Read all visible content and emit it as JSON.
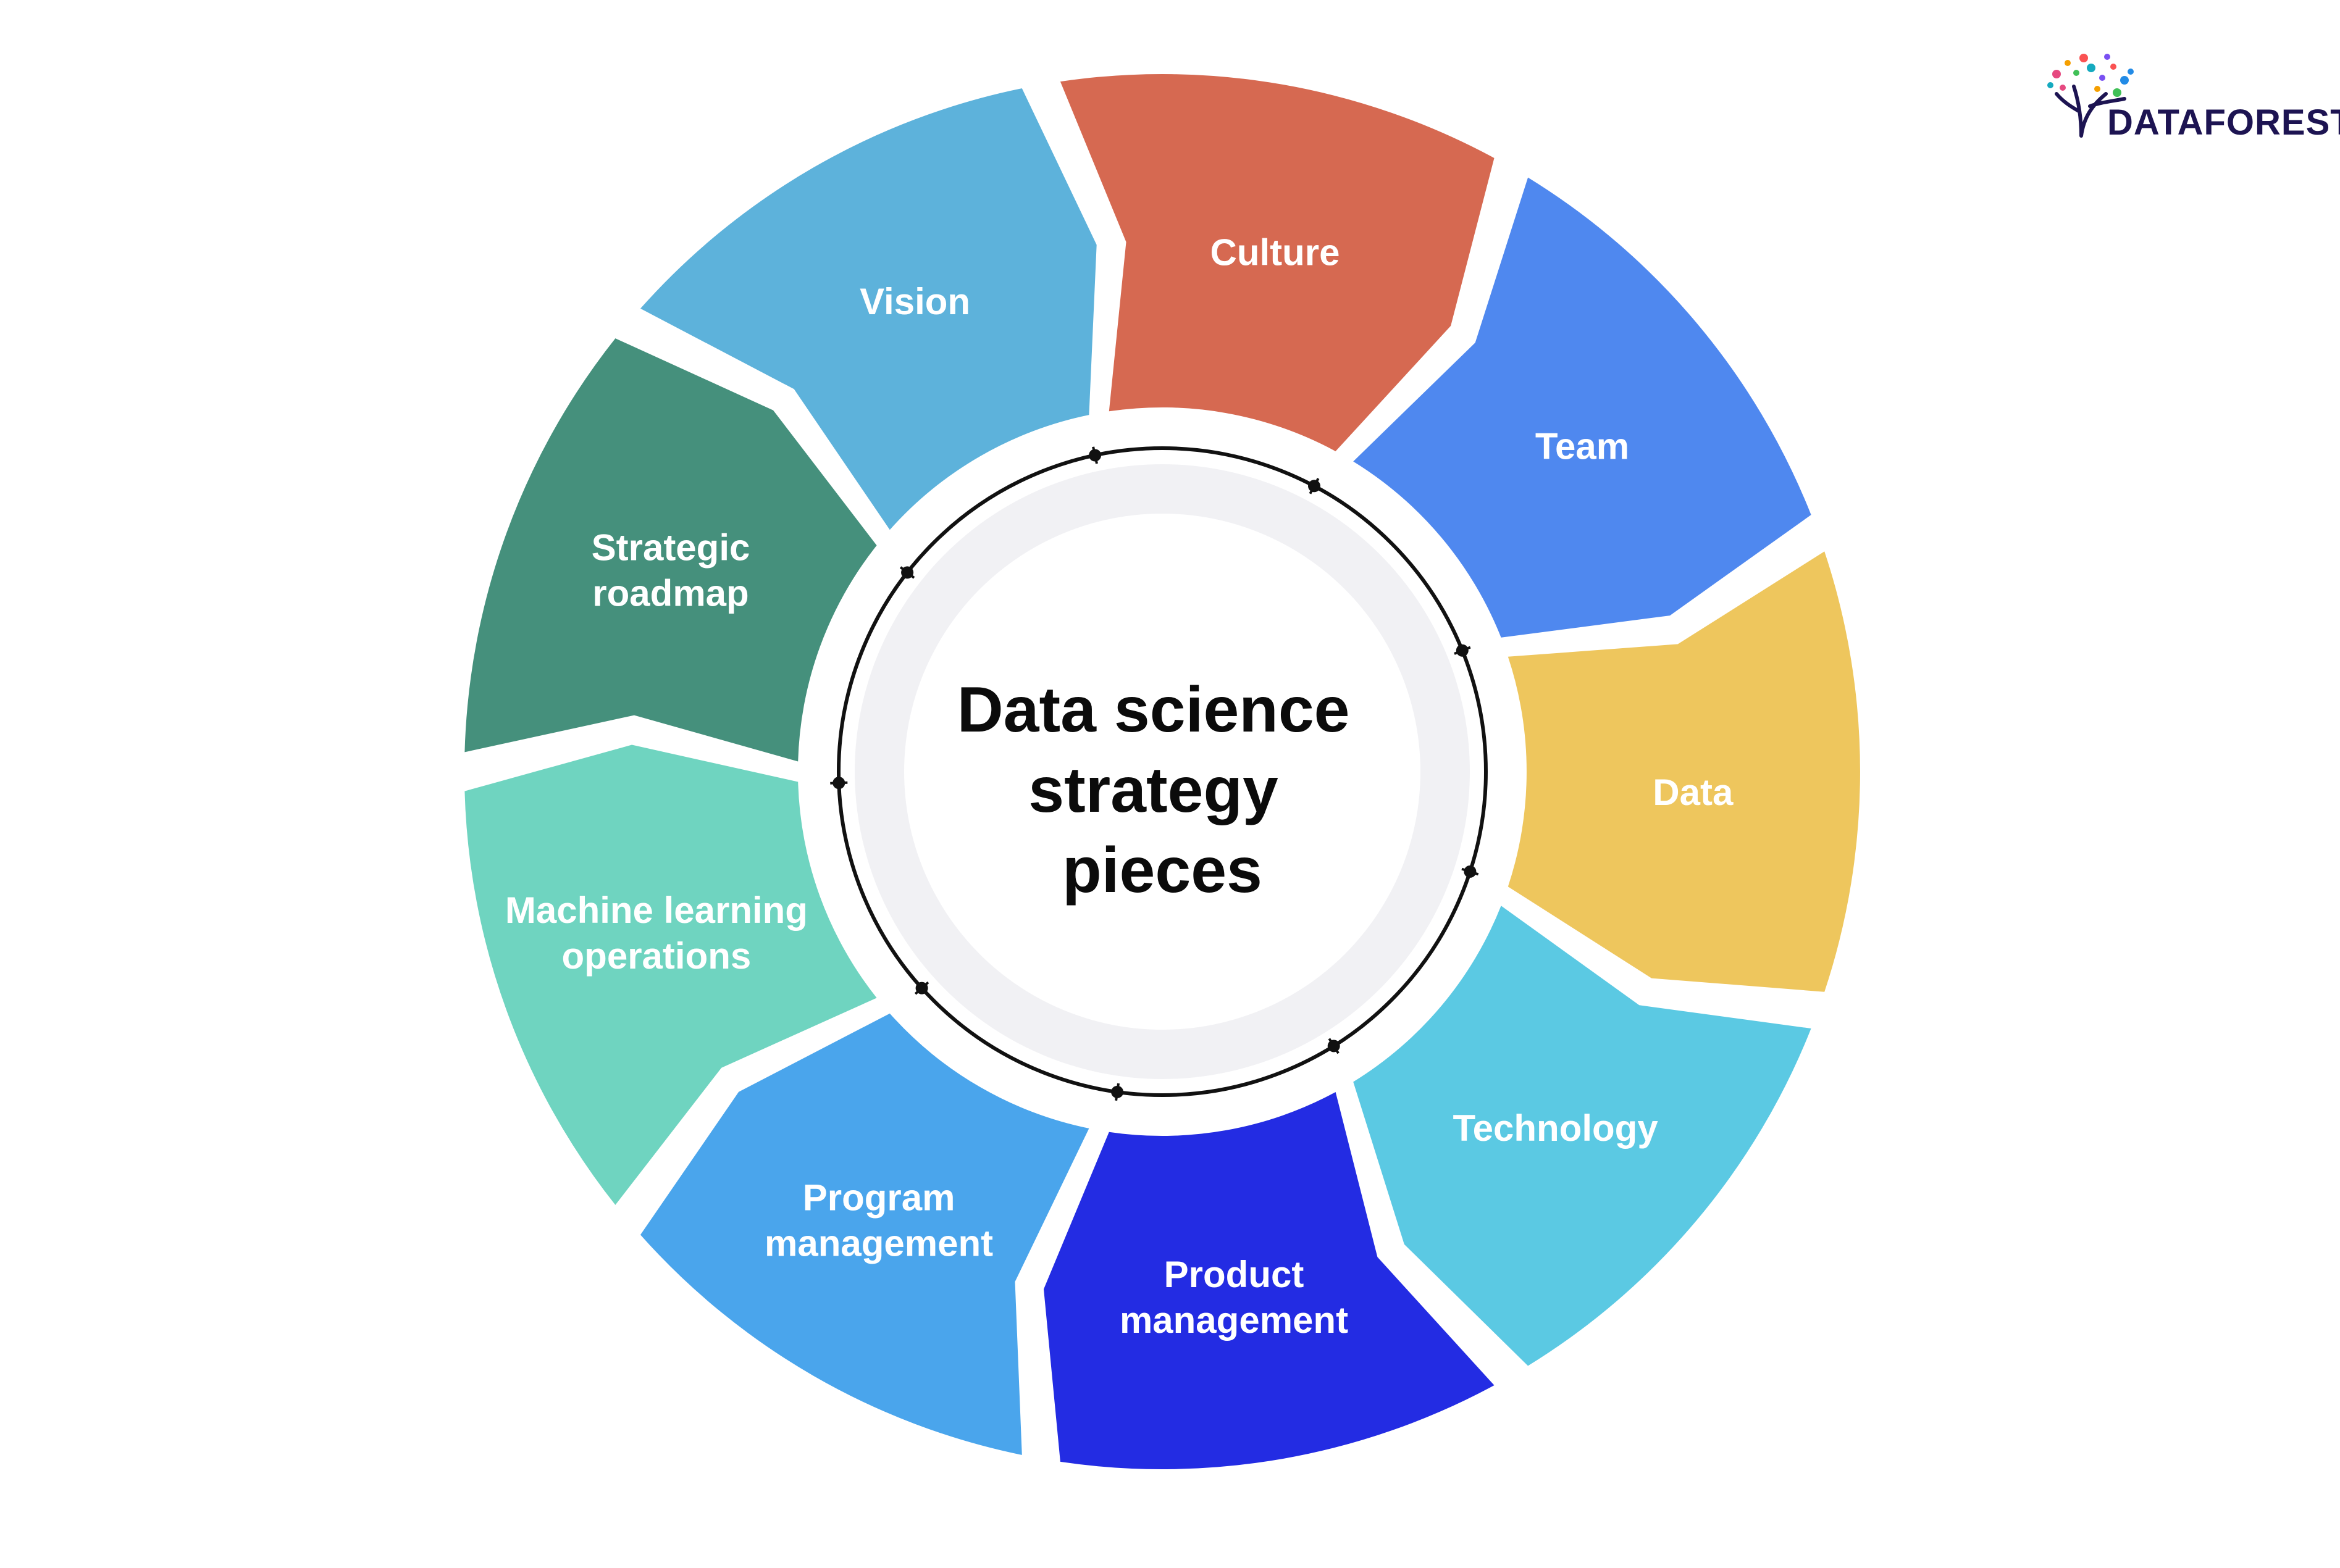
{
  "brand": {
    "name": "DATAFOREST",
    "text_color": "#1d1452",
    "dot_colors": [
      "#e64980",
      "#f59f00",
      "#40c057",
      "#15aabf",
      "#7950f2",
      "#fa5252",
      "#228be6"
    ]
  },
  "center": {
    "lines": [
      "Data science",
      "strategy",
      "pieces"
    ],
    "ring_fill": "#f1f1f4",
    "ring_stroke": "#111111"
  },
  "segments": [
    {
      "id": "culture",
      "lines": [
        "Culture"
      ],
      "color": "#d66951"
    },
    {
      "id": "team",
      "lines": [
        "Team"
      ],
      "color": "#4f88ef"
    },
    {
      "id": "data",
      "lines": [
        "Data"
      ],
      "color": "#eec65d"
    },
    {
      "id": "technology",
      "lines": [
        "Technology"
      ],
      "color": "#5bc9e3"
    },
    {
      "id": "product-management",
      "lines": [
        "Product",
        "management"
      ],
      "color": "#232ce3"
    },
    {
      "id": "program-management",
      "lines": [
        "Program",
        "management"
      ],
      "color": "#4aa5ec"
    },
    {
      "id": "machine-learning-operations",
      "lines": [
        "Machine learning",
        "operations"
      ],
      "color": "#6fd4c0"
    },
    {
      "id": "strategic-roadmap",
      "lines": [
        "Strategic",
        "roadmap"
      ],
      "color": "#45907c"
    },
    {
      "id": "vision",
      "lines": [
        "Vision"
      ],
      "color": "#5db2db"
    }
  ]
}
